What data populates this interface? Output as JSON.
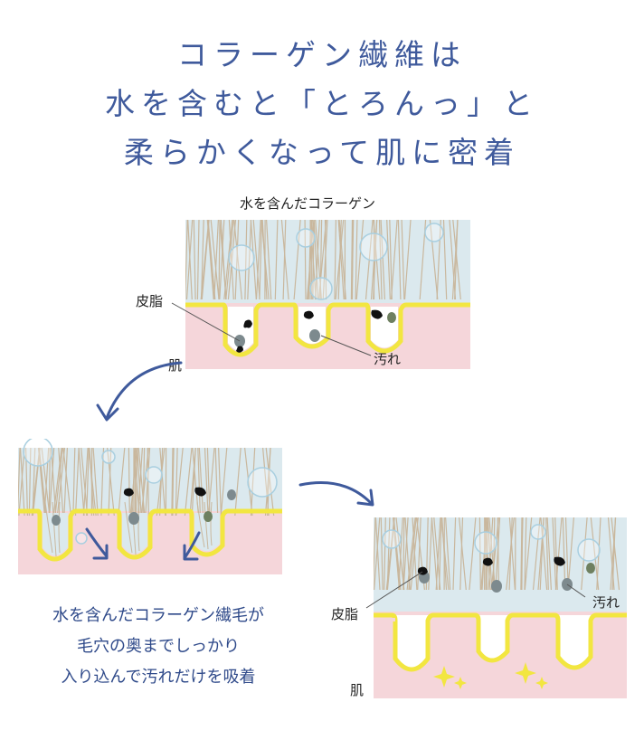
{
  "title": {
    "line1": "コラーゲン繊維は",
    "line2": "水を含むと「とろんっ」と",
    "line3": "柔らかくなって肌に密着"
  },
  "panel1": {
    "heading": "水を含んだコラーゲン",
    "label_sebum": "皮脂",
    "label_skin": "肌",
    "label_dirt": "汚れ"
  },
  "panel3": {
    "label_sebum": "皮脂",
    "label_dirt": "汚れ",
    "label_skin": "肌"
  },
  "caption": {
    "line1": "水を含んだコラーゲン繊毛が",
    "line2": "毛穴の奥までしっかり",
    "line3": "入り込んで汚れだけを吸着"
  },
  "colors": {
    "title": "#3f5a9c",
    "caption": "#2f4a8a",
    "skin": "#f5d6da",
    "collagen_water": "#dbe9ee",
    "fiber": "#c9b79d",
    "pore_edge": "#f2e640",
    "arrow": "#3f5a9c"
  }
}
